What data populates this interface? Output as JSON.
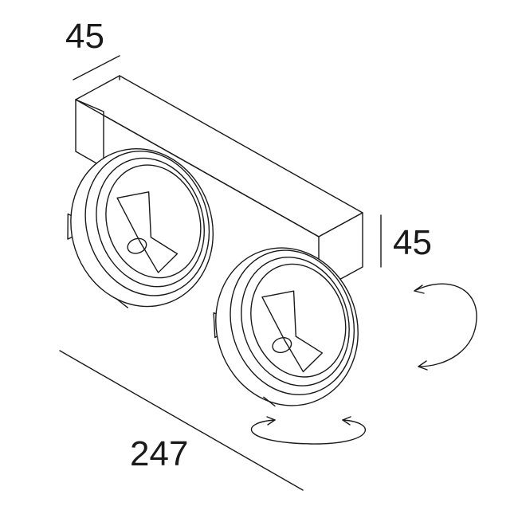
{
  "dimensions": {
    "depth": "45",
    "height": "45",
    "length": "247"
  },
  "colors": {
    "line": "#1a1a1a",
    "background": "#ffffff"
  }
}
